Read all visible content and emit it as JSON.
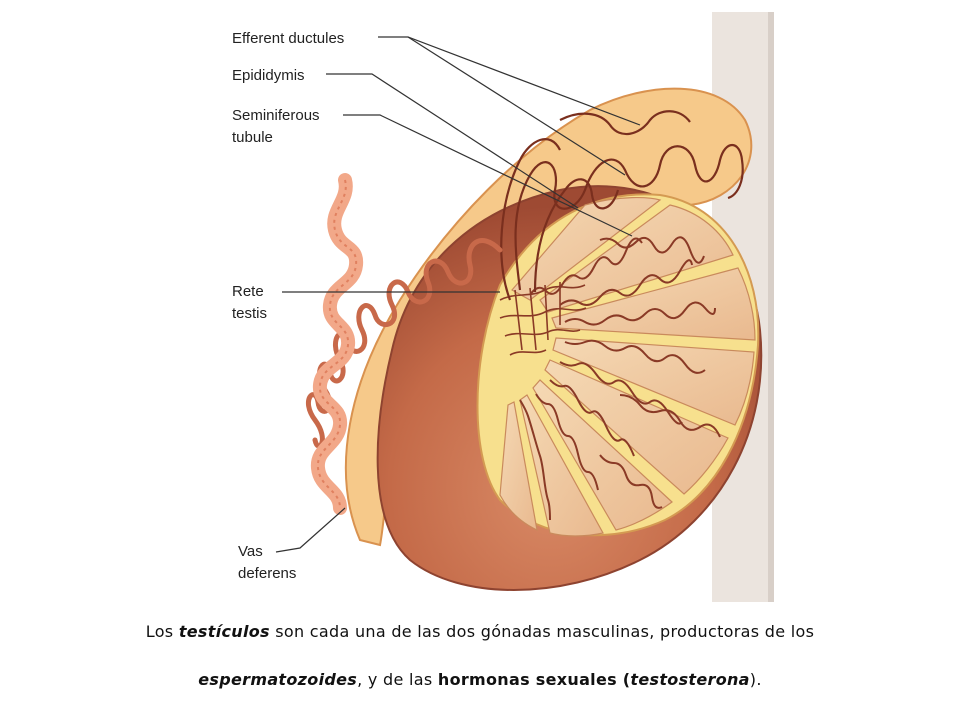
{
  "labels": {
    "efferent": "Efferent ductules",
    "epididymis": "Epididymis",
    "seminiferous_1": "Seminiferous",
    "seminiferous_2": "tubule",
    "rete_1": "Rete",
    "rete_2": "testis",
    "vas_1": "Vas",
    "vas_2": "deferens"
  },
  "caption": {
    "line1_pre": "Los ",
    "line1_term": "testículos",
    "line1_post": " son cada una de las dos gónadas masculinas, productoras de los",
    "line2_term1": "espermatozoides",
    "line2_mid": ",  y de las ",
    "line2_term2": "hormonas sexuales (",
    "line2_term3": "testosterona",
    "line2_end": ")."
  },
  "colors": {
    "testis": "#c9714f",
    "lobule": "#f2cfa6",
    "septa": "#f7e08e",
    "tubule": "#8a3a26",
    "vas": "#f2a889",
    "leader": "#333333",
    "page_edge": "#e9e2dc"
  }
}
